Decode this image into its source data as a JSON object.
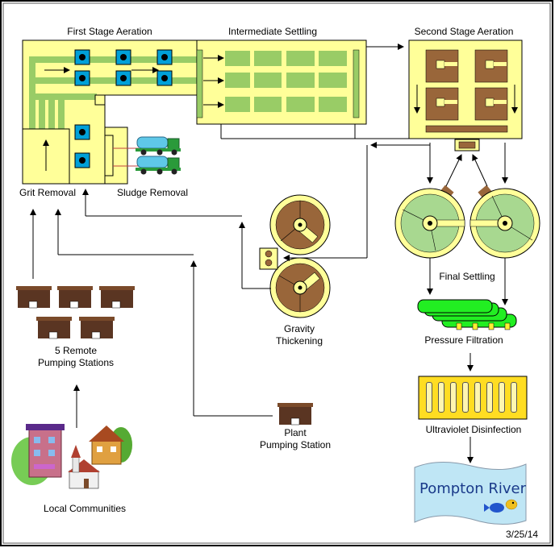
{
  "labels": {
    "first_stage_aeration": "First Stage Aeration",
    "intermediate_settling": "Intermediate Settling",
    "second_stage_aeration": "Second Stage Aeration",
    "grit_removal": "Grit Removal",
    "sludge_removal": "Sludge Removal",
    "final_settling": "Final Settling",
    "pressure_filtration": "Pressure Filtration",
    "ultraviolet_disinfection": "Ultraviolet  Disinfection",
    "gravity_thickening_line1": "Gravity",
    "gravity_thickening_line2": "Thickening",
    "remote_pumping_line1": "5 Remote",
    "remote_pumping_line2": "Pumping Stations",
    "plant_pumping_line1": "Plant",
    "plant_pumping_line2": "Pumping Station",
    "local_communities": "Local Communities",
    "pompton_river": "Pompton River",
    "date": "3/25/14"
  },
  "colors": {
    "tank_fill": "#ffff99",
    "channel_green": "#99cc66",
    "aerator_blue": "#00a0d8",
    "sludge_brown": "#99663a",
    "final_settling_green": "#a8d890",
    "filter_green": "#22ee22",
    "uv_yellow": "#ffdd22",
    "river_blue": "#bfe6f5"
  }
}
